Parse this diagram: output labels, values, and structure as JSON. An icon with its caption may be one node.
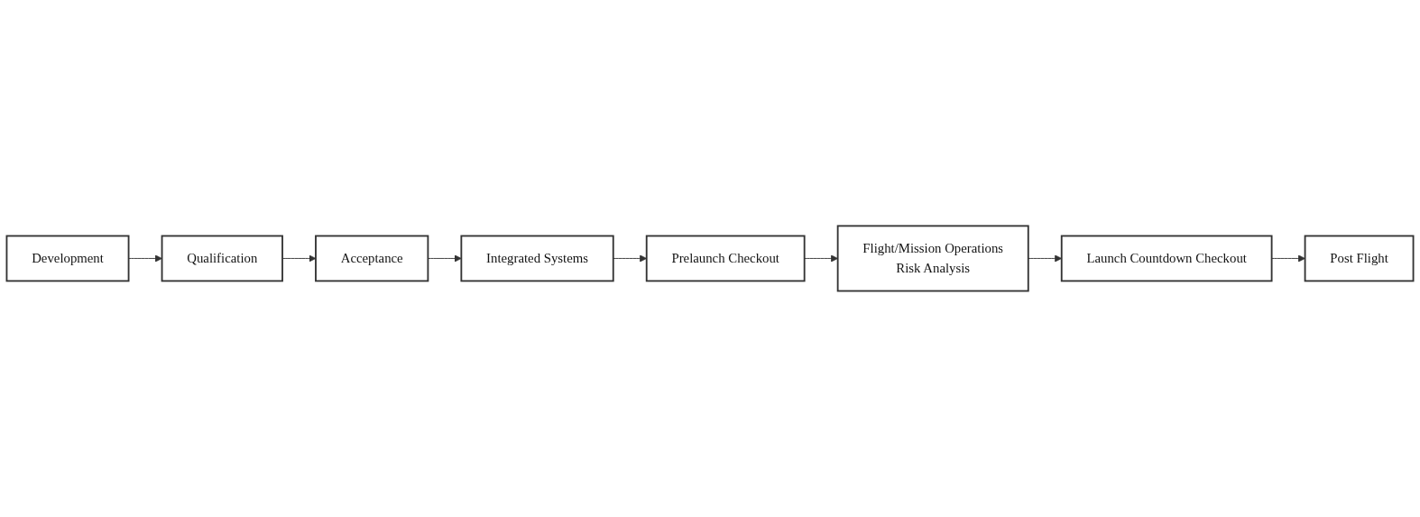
{
  "diagram": {
    "nodes": [
      {
        "text": [
          "Development"
        ]
      },
      {
        "text": [
          "Qualification"
        ]
      },
      {
        "text": [
          "Acceptance"
        ]
      },
      {
        "text": [
          "Integrated Systems"
        ]
      },
      {
        "text": [
          "Prelaunch Checkout"
        ]
      },
      {
        "text": [
          "Flight/Mission Operations",
          "Risk Analysis"
        ]
      },
      {
        "text": [
          "Launch Countdown Checkout"
        ]
      },
      {
        "text": [
          "Post Flight"
        ]
      }
    ],
    "edges": [
      {
        "from": 0,
        "to": 1,
        "arrow": "to"
      },
      {
        "from": 1,
        "to": 2,
        "arrow": "to"
      },
      {
        "from": 2,
        "to": 3,
        "arrow": "to"
      },
      {
        "from": 3,
        "to": 4,
        "arrow": "to"
      },
      {
        "from": 4,
        "to": 5,
        "arrow": "to"
      },
      {
        "from": 5,
        "to": 6,
        "arrow": "to"
      },
      {
        "from": 6,
        "to": 7,
        "arrow": "to"
      }
    ]
  }
}
